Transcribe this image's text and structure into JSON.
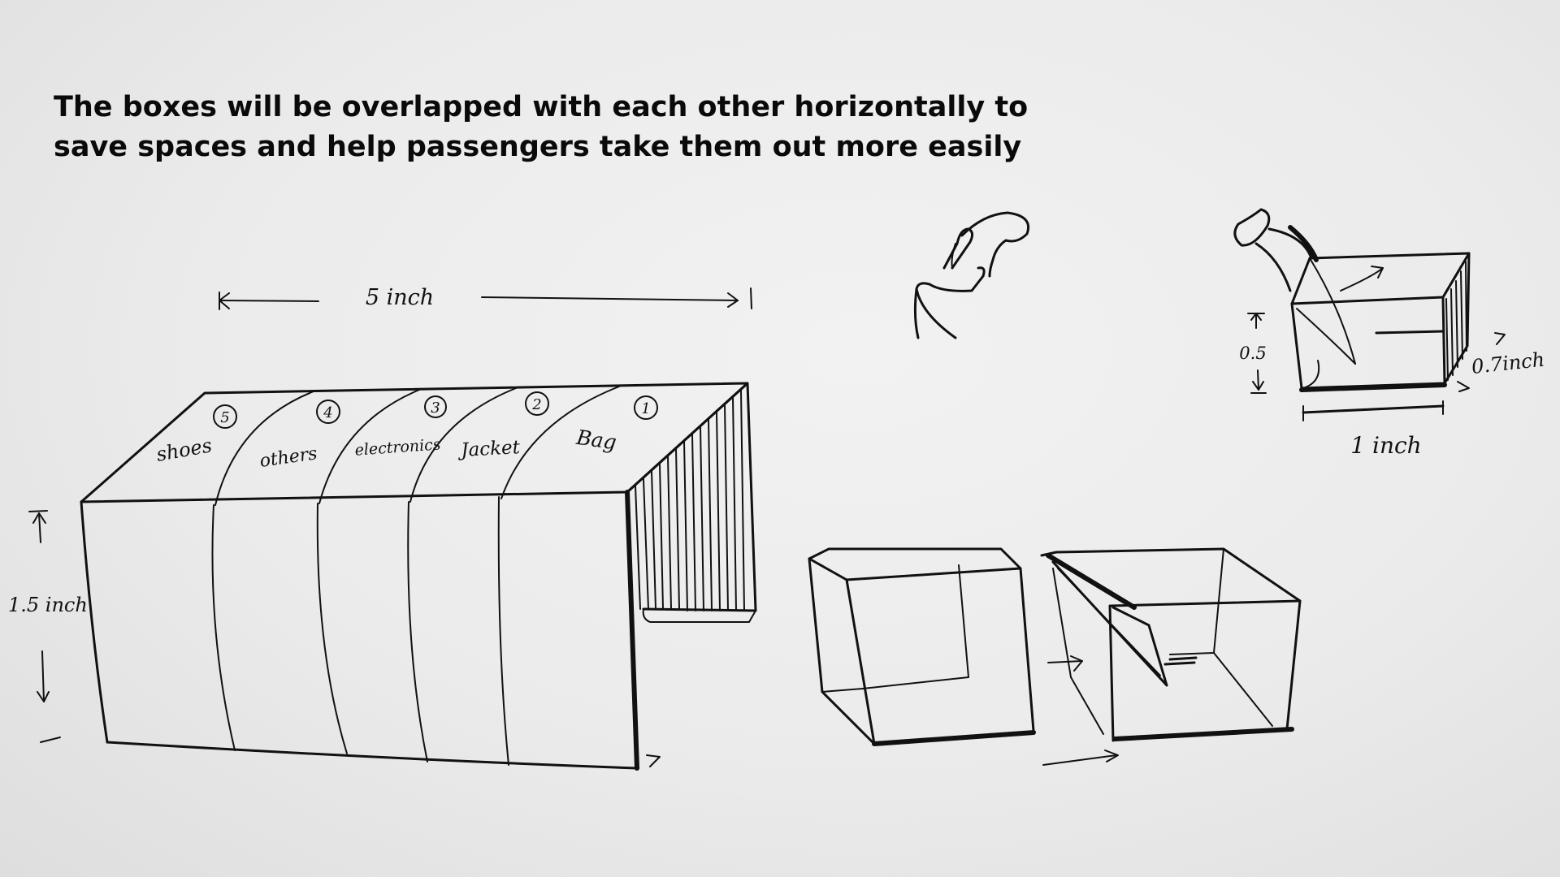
{
  "caption": {
    "line1": "The boxes will be overlapped with each other horizontally to",
    "line2": "save spaces and help passengers take them out more easily"
  },
  "main_sketch": {
    "width_label": "5 inch",
    "height_label": "1.5 inch",
    "compartments": [
      {
        "number": "5",
        "label": "shoes"
      },
      {
        "number": "4",
        "label": "others"
      },
      {
        "number": "3",
        "label": "electronics"
      },
      {
        "number": "2",
        "label": "Jacket"
      },
      {
        "number": "1",
        "label": "Bag"
      }
    ]
  },
  "single_box_sketch": {
    "height_label": "0.5",
    "depth_label": "0.7inch",
    "width_label": "1 inch"
  },
  "icons": {
    "handle": "handle-icon",
    "box": "box-icon",
    "arrow": "arrow-icon"
  }
}
